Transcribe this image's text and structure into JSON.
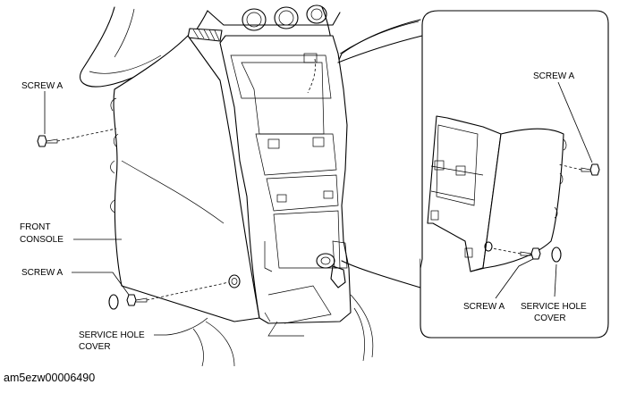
{
  "labels": {
    "screw_a_top": "SCREW A",
    "front_console_l1": "FRONT",
    "front_console_l2": "CONSOLE",
    "screw_a_left_bottom": "SCREW A",
    "service_hole_l1_left": "SERVICE HOLE",
    "service_hole_l2_left": "COVER",
    "screw_a_inset_top": "SCREW A",
    "screw_a_inset_bottom": "SCREW A",
    "service_hole_l1_inset": "SERVICE HOLE",
    "service_hole_l2_inset": "COVER"
  },
  "figure_code": "am5ezw00006490"
}
